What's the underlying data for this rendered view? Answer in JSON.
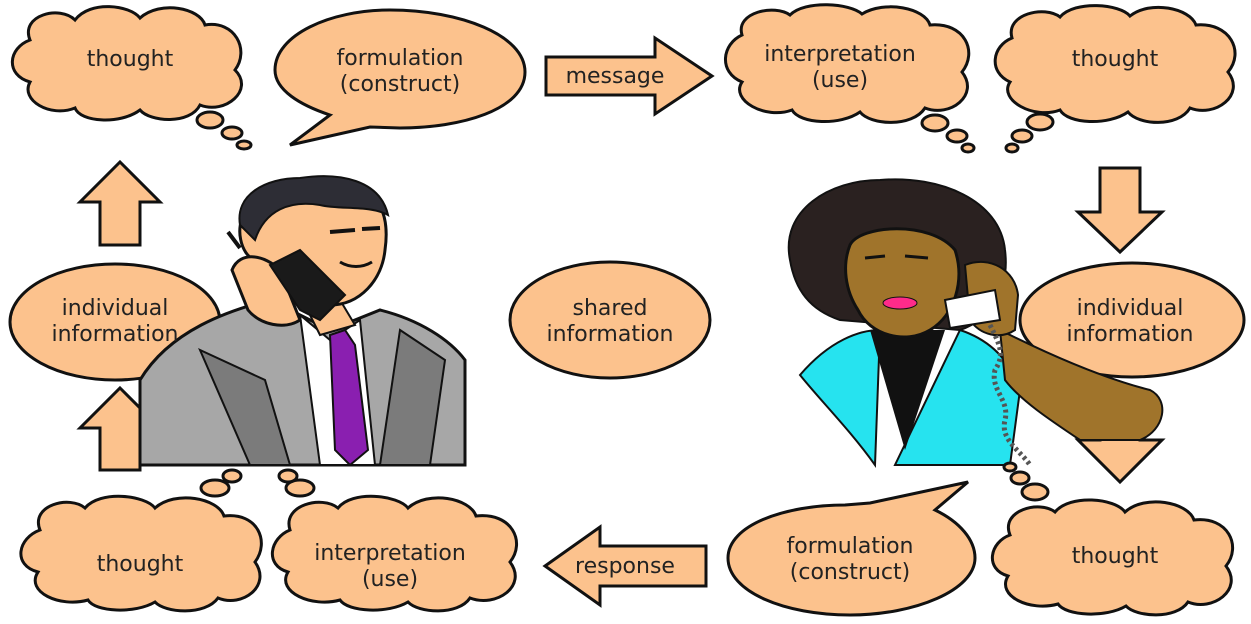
{
  "colors": {
    "bubble_fill": "#fcc28d",
    "outline": "#111111",
    "text": "#222222",
    "man_tie": "#8a1fb0",
    "woman_collar": "#26e3ef"
  },
  "top_left": {
    "thought": "thought",
    "formulation": [
      "formulation",
      "(construct)"
    ],
    "message_arrow": "message"
  },
  "top_right": {
    "interpretation": [
      "interpretation",
      "(use)"
    ],
    "thought": "thought"
  },
  "left_column": {
    "individual_information": [
      "individual",
      "information"
    ]
  },
  "center": {
    "shared_information": [
      "shared",
      "information"
    ]
  },
  "right_column": {
    "individual_information": [
      "individual",
      "information"
    ]
  },
  "bottom_left": {
    "thought": "thought",
    "interpretation": [
      "interpretation",
      "(use)"
    ],
    "response_arrow": "response"
  },
  "bottom_right": {
    "formulation": [
      "formulation",
      "(construct)"
    ],
    "thought": "thought"
  },
  "icons": [
    "man-on-phone-icon",
    "woman-on-phone-icon"
  ]
}
